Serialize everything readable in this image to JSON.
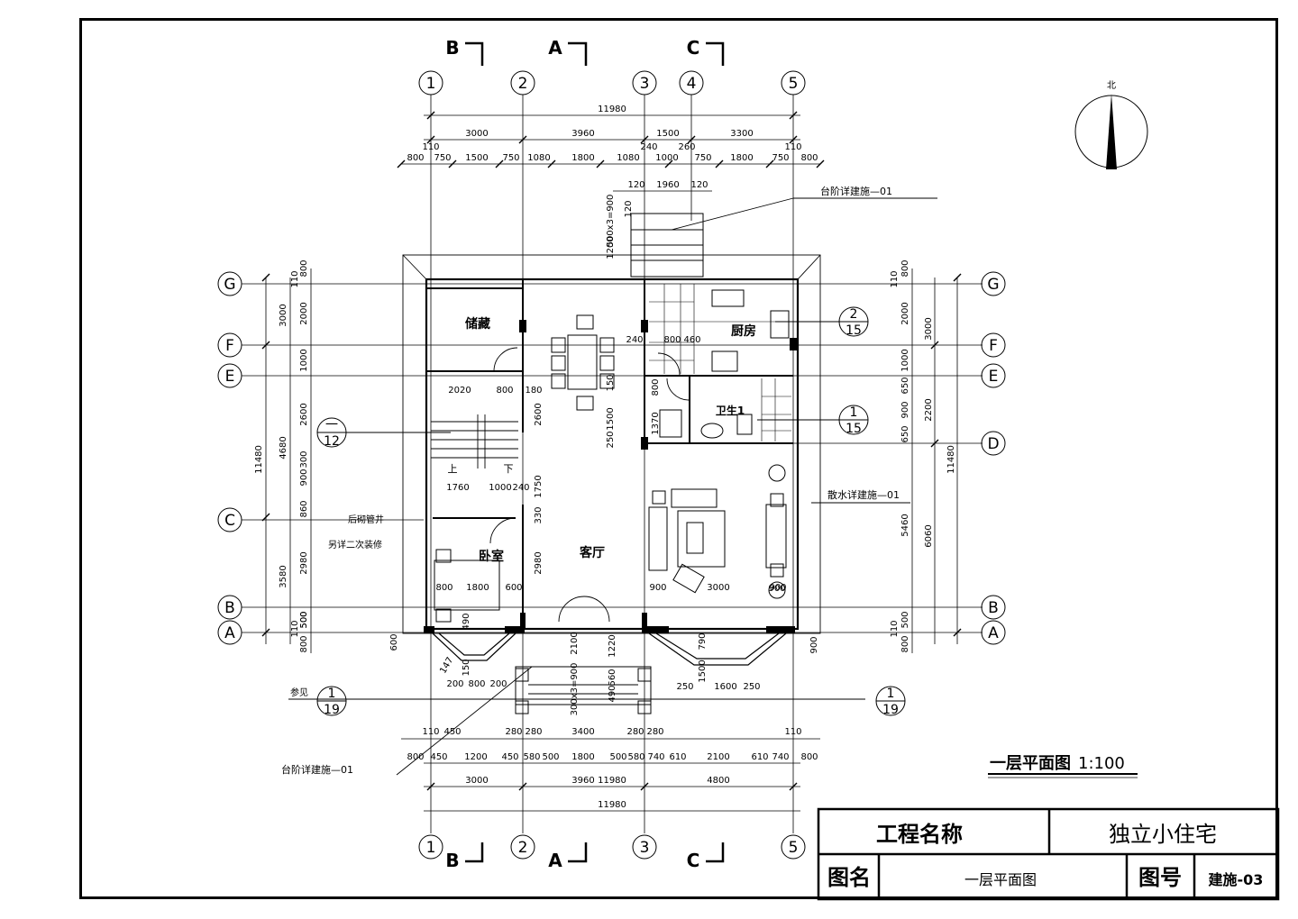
{
  "drawing": {
    "title": "一层平面图",
    "scale": "1:100",
    "north": "北"
  },
  "title_block": {
    "project_label": "工程名称",
    "project_value": "独立小住宅",
    "name_label": "图名",
    "name_value": "一层平面图",
    "number_label": "图号",
    "number_value": "建施-03"
  },
  "grid_axes": {
    "vertical": [
      "1",
      "2",
      "3",
      "4",
      "5"
    ],
    "horizontal": [
      "G",
      "F",
      "E",
      "D",
      "C",
      "B",
      "A"
    ]
  },
  "section_marks": [
    "B",
    "A",
    "C"
  ],
  "rooms": {
    "storage": "储藏",
    "kitchen": "厨房",
    "bath": "卫生1",
    "bedroom": "卧室",
    "living": "客厅",
    "stair_up": "上",
    "stair_down": "下"
  },
  "notes": {
    "steps_top": "台阶详建施—01",
    "apron": "散水详建施—01",
    "steps_bottom": "台阶详建施—01",
    "flue": "后砌管井",
    "renovation": "另详二次装修",
    "see": "参见"
  },
  "detail_refs": [
    {
      "num": "2",
      "sheet": "15"
    },
    {
      "num": "1",
      "sheet": "15"
    },
    {
      "num": "一",
      "sheet": "12"
    },
    {
      "num": "1",
      "sheet": "19"
    },
    {
      "num": "1",
      "sheet": "19"
    }
  ],
  "dimensions": {
    "top_total": "11980",
    "top_axis": [
      "3000",
      "3960",
      "1500",
      "3300"
    ],
    "top_detail": [
      "800",
      "750",
      "1500",
      "750",
      "1080",
      "1800",
      "1080",
      "1000",
      "750",
      "1800",
      "750",
      "800"
    ],
    "top_small": [
      "110",
      "240",
      "260",
      "110"
    ],
    "step_top": [
      "120",
      "1960",
      "120"
    ],
    "step_vertical": [
      "1200",
      "500x3=900",
      "120"
    ],
    "bottom_total": "11980",
    "bottom_axis": [
      "3000",
      "3960",
      "4800"
    ],
    "bottom_detail": [
      "800",
      "450",
      "1200",
      "450",
      "580",
      "500",
      "1800",
      "500",
      "580",
      "740",
      "610",
      "2100",
      "610",
      "740",
      "800"
    ],
    "bottom_row2": [
      "110",
      "450",
      "280",
      "280",
      "3400",
      "280",
      "280",
      "110"
    ],
    "left_total": "11480",
    "left_axis": [
      "3000",
      "4680",
      "3580"
    ],
    "left_detail": [
      "800",
      "2000",
      "1000",
      "2600",
      "900",
      "300",
      "860",
      "2980",
      "500",
      "800",
      "110",
      "110"
    ],
    "right_total": "11480",
    "right_axis": [
      "3000",
      "2200",
      "6060"
    ],
    "right_detail": [
      "800",
      "2000",
      "1000",
      "650",
      "900",
      "650",
      "5460",
      "500",
      "800",
      "110",
      "110"
    ],
    "interior": [
      "2020",
      "800",
      "180",
      "2600",
      "1760",
      "1000",
      "240",
      "1750",
      "330",
      "2980",
      "1800",
      "600",
      "800",
      "1500",
      "250",
      "1370",
      "800",
      "900",
      "3000",
      "900",
      "240",
      "800",
      "460",
      "150",
      "900",
      "600",
      "490",
      "147",
      "150",
      "200",
      "800",
      "200",
      "2100",
      "1220",
      "300x3=900",
      "560",
      "490",
      "1500",
      "250",
      "1600",
      "250",
      "790",
      "900",
      "500"
    ]
  }
}
